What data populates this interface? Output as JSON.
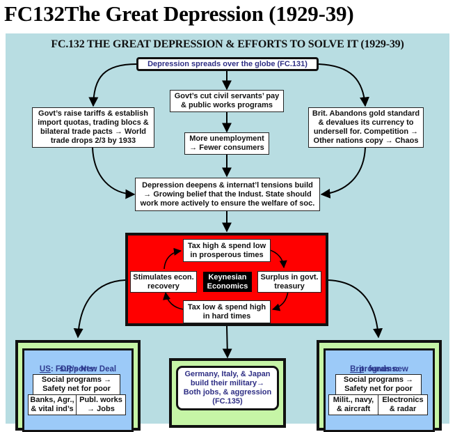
{
  "page": {
    "title": "FC132The Great Depression (1929-39)"
  },
  "diagram": {
    "title": "FC.132 THE GREAT DEPRESSION & EFFORTS TO SOLVE IT (1929-39)",
    "colors": {
      "panel_bg": "#b8dde2",
      "keynes_bg": "#ff0000",
      "outer_box": "#c6f5a6",
      "inner_box": "#9ccaf8",
      "link_text": "#2e2e84"
    },
    "nodes": {
      "start": "Depression spreads over the globe  (FC.131)",
      "civil_pay": "Govt’s cut civil servants’ pay\n& public works programs",
      "tariffs": "Govt’s raise tariffs & establish\nimport quotas, trading blocs &\nbilateral trade pacts → World\ntrade drops 2/3 by 1933",
      "gold": "Brit. Abandons gold standard\n& devalues its currency to\nundersell for. Competition →\nOther nations copy → Chaos",
      "unemployment": "More unemployment\n→ Fewer consumers",
      "deepens": "Depression deepens & internat’l tensions build\n→ Growing belief that the Indust. State should\nwork more actively to ensure the welfare of soc."
    },
    "keynesian": {
      "center": "Keynesian\nEconomics",
      "tax_high": "Tax high & spend low\nin prosperous times",
      "surplus": "Surplus in govt.\ntreasury",
      "tax_low": "Tax low & spend high\nin hard times",
      "stimulates": "Stimulates econ.\nrecovery"
    },
    "us": {
      "country": "US",
      "heading_rest": ": FDR’s New Deal",
      "heading_line2": "supports:",
      "social": "Social programs →\nSafety net for poor",
      "banks": "Banks, Agr.,\n& vital ind’s",
      "works": "Publ. works\n→ Jobs"
    },
    "axis": {
      "text": "Germany, Italy, & Japan\nbuild their military→\nBoth jobs, & aggression\n(FC.135)"
    },
    "brit": {
      "country": "Brit",
      "heading_rest": ": funds new",
      "heading_line2": "programs:",
      "social": "Social programs →\nSafety net for poor",
      "military": "Milit., navy,\n& aircraft",
      "electronics": "Electronics\n& radar"
    }
  }
}
